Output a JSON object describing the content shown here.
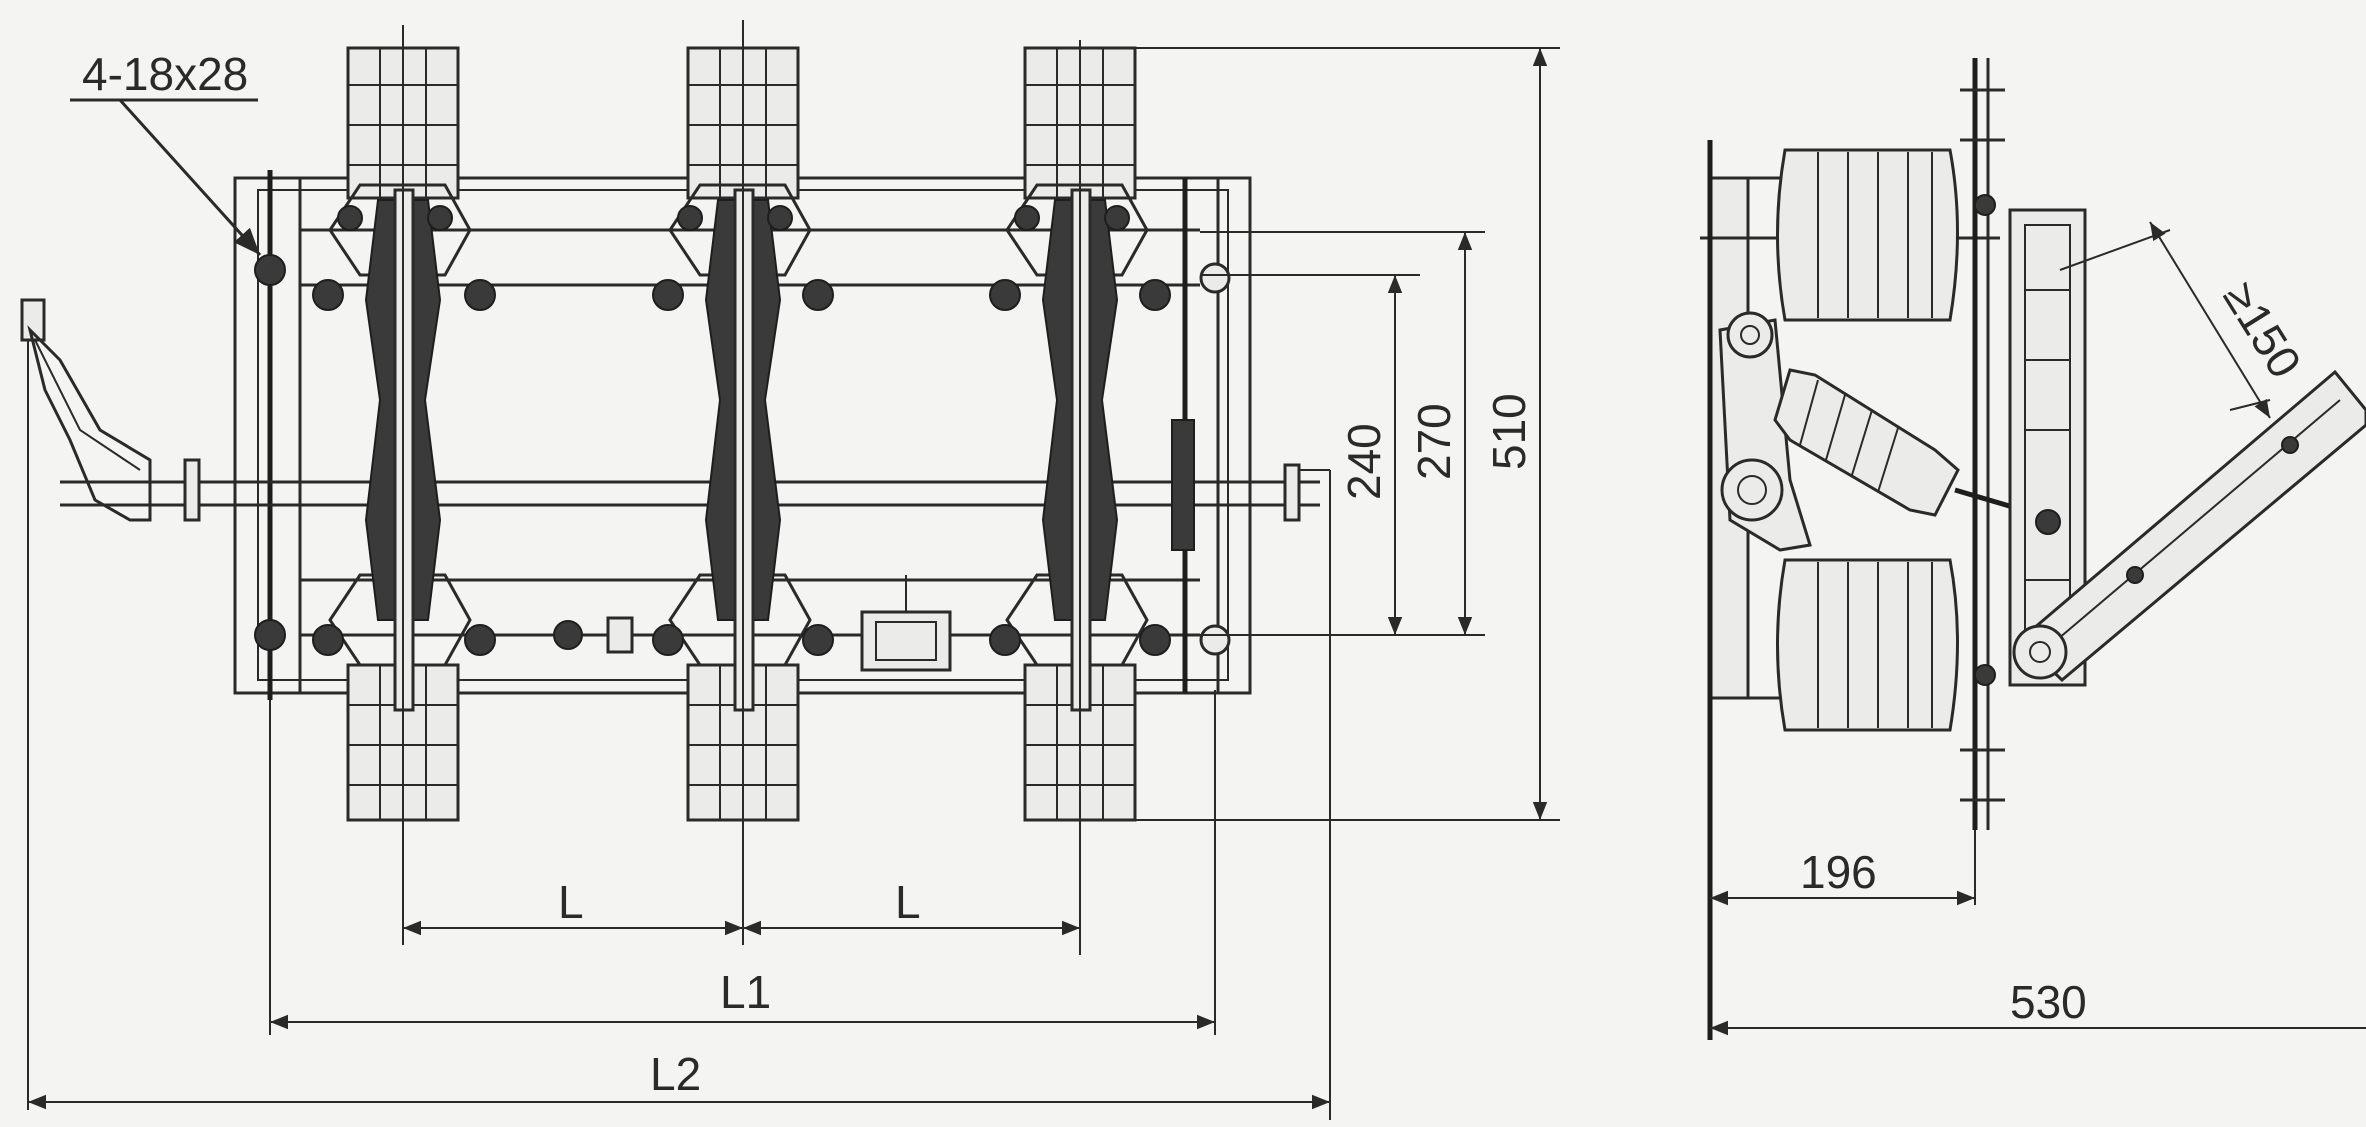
{
  "labels": {
    "hole_spec": "4-18x28",
    "dim_240": "240",
    "dim_270": "270",
    "dim_510": "510",
    "dim_L_left": "L",
    "dim_L_right": "L",
    "dim_L1": "L1",
    "dim_L2": "L2",
    "dim_150": "≥150",
    "dim_196": "196",
    "dim_530": "530"
  },
  "colors": {
    "ink": "#2a2a2a",
    "paper": "#f4f4f2"
  }
}
